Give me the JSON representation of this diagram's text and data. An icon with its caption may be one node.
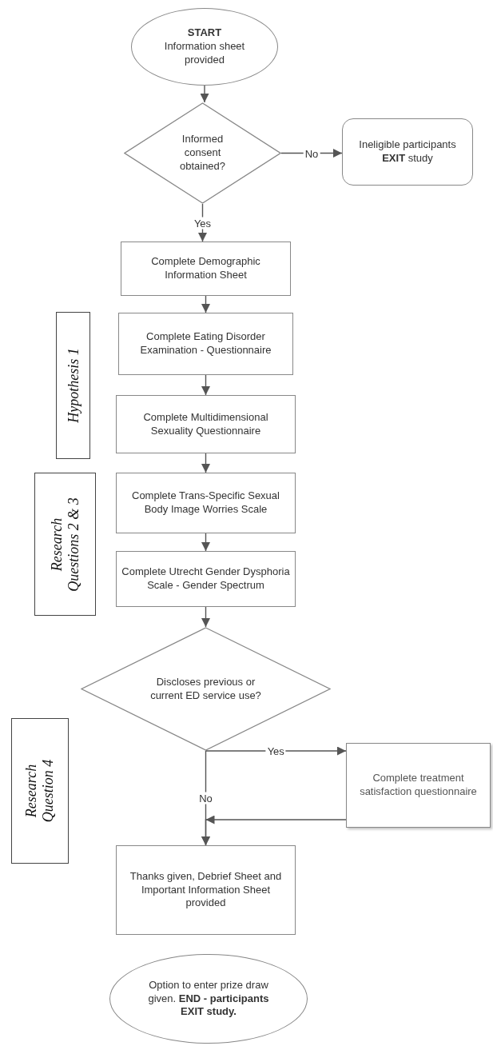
{
  "diagram": {
    "nodes": [
      {
        "text": [
          "START",
          "Information sheet provided"
        ]
      },
      {
        "text": [
          "Informed consent obtained?"
        ]
      },
      {
        "text": [
          "Ineligible participants **EXIT** study"
        ]
      },
      {
        "text": [
          "Complete Demographic Information Sheet"
        ]
      },
      {
        "text": [
          "Hypothesis 1"
        ]
      },
      {
        "text": [
          "Complete Eating Disorder Examination - Questionnaire"
        ]
      },
      {
        "text": [
          "Complete Multidimensional Sexuality Questionnaire"
        ]
      },
      {
        "text": [
          "Research Questions 2 & 3"
        ]
      },
      {
        "text": [
          "Complete Trans-Specific Sexual Body Image Worries Scale"
        ]
      },
      {
        "text": [
          "Complete Utrecht Gender Dysphoria Scale - Gender Spectrum"
        ]
      },
      {
        "text": [
          "Discloses previous or current ED service use?"
        ]
      },
      {
        "text": [
          "Research Question 4"
        ]
      },
      {
        "text": [
          "Complete treatment satisfaction questionnaire"
        ]
      },
      {
        "text": [
          "Thanks given, Debrief Sheet and Important Information Sheet provided"
        ]
      },
      {
        "text": [
          "Option to enter prize draw given. **END - participants EXIT study.**"
        ]
      }
    ],
    "edges": [
      {
        "from": 0,
        "to": 1,
        "arrow": "to"
      },
      {
        "from": 1,
        "to": 2,
        "arrow": "to",
        "label": "No"
      },
      {
        "from": 1,
        "to": 3,
        "arrow": "to",
        "label": "Yes"
      },
      {
        "from": 3,
        "to": 5,
        "arrow": "to"
      },
      {
        "from": 5,
        "to": 6,
        "arrow": "to"
      },
      {
        "from": 6,
        "to": 8,
        "arrow": "to"
      },
      {
        "from": 8,
        "to": 9,
        "arrow": "to"
      },
      {
        "from": 9,
        "to": 10,
        "arrow": "to"
      },
      {
        "from": 10,
        "to": 12,
        "arrow": "to",
        "label": "Yes"
      },
      {
        "from": 10,
        "to": 13,
        "arrow": "to",
        "label": "No"
      },
      {
        "from": 12,
        "to": 13,
        "arrow": "to"
      }
    ]
  }
}
